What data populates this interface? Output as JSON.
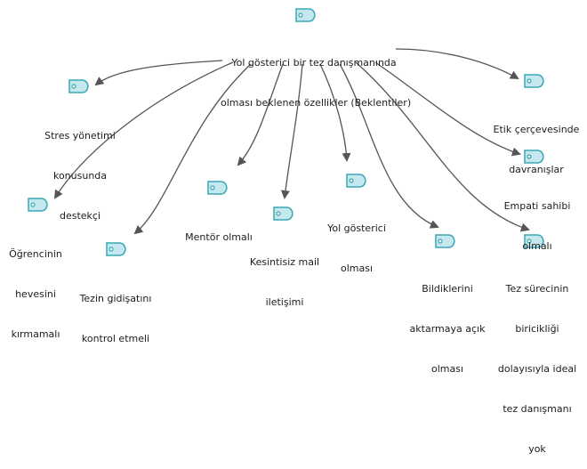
{
  "colors": {
    "tag_fill": "#c4e8ee",
    "tag_stroke": "#3aa7b5",
    "edge": "#555555",
    "text": "#1c1c1c"
  },
  "icon": "tag-icon",
  "root": {
    "lines": [
      "Yol gösterici bir tez danışmanında",
      "olması beklenen özellikler (Beklentiler)"
    ]
  },
  "nodes": [
    {
      "id": "stres",
      "lines": [
        "Stres yönetimi",
        "konusunda",
        "destekçi"
      ]
    },
    {
      "id": "ogrenci",
      "lines": [
        "Öğrencinin",
        "hevesini",
        "kırmamalı"
      ]
    },
    {
      "id": "tezin",
      "lines": [
        "Tezin gidişatını",
        "kontrol etmeli"
      ]
    },
    {
      "id": "mentor",
      "lines": [
        "Mentör olmalı"
      ]
    },
    {
      "id": "mail",
      "lines": [
        "Kesintisiz mail",
        "iletişimi"
      ]
    },
    {
      "id": "yol",
      "lines": [
        "Yol gösterici",
        "olması"
      ]
    },
    {
      "id": "bildik",
      "lines": [
        "Bildiklerini",
        "aktarmaya açık",
        "olması"
      ]
    },
    {
      "id": "tezsurec",
      "lines": [
        "Tez sürecinin",
        "biricikliği",
        "dolayısıyla ideal",
        "tez danışmanı",
        "yok"
      ]
    },
    {
      "id": "empati",
      "lines": [
        "Empati sahibi",
        "olmalı"
      ]
    },
    {
      "id": "etik",
      "lines": [
        "Etik çerçevesinde",
        "davranışlar"
      ]
    }
  ]
}
